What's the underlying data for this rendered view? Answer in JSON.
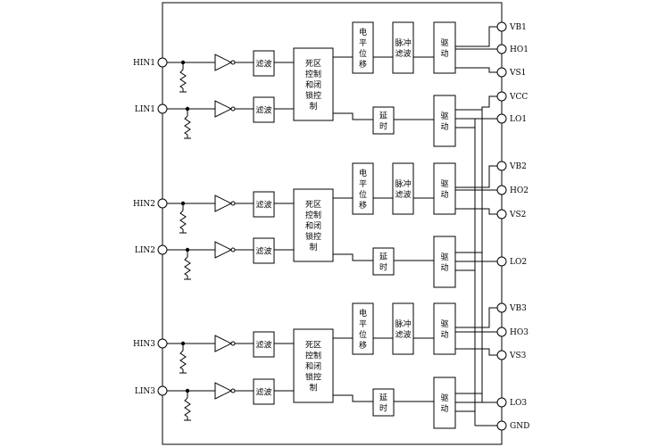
{
  "left_pins": [
    "HIN1",
    "LIN1",
    "HIN2",
    "LIN2",
    "HIN3",
    "LIN3"
  ],
  "right_pins": [
    "VB1",
    "HO1",
    "VS1",
    "VCC",
    "LO1",
    "VB2",
    "HO2",
    "VS2",
    "LO2",
    "VB3",
    "HO3",
    "VS3",
    "LO3",
    "GND"
  ],
  "blocks": {
    "filter": "滤波",
    "deadzone": [
      "死区",
      "控制",
      "和闭",
      "锁控",
      "制"
    ],
    "level_shift": [
      "电",
      "平",
      "位",
      "移"
    ],
    "pulse_filter": [
      "脉冲",
      "滤波"
    ],
    "driver": [
      "驱",
      "动"
    ],
    "delay": [
      "延",
      "时"
    ]
  }
}
